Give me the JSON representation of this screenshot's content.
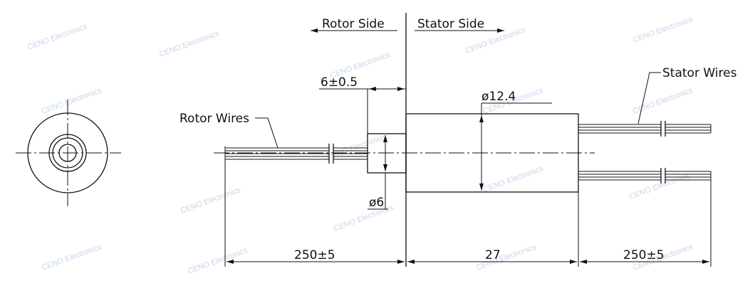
{
  "labels": {
    "rotor_side": "Rotor Side",
    "stator_side": "Stator Side",
    "stator_wires": "Stator Wires",
    "rotor_wires": "Rotor Wires",
    "dim_shaft_length": "6±0.5",
    "dim_body_diameter": "ø12.4",
    "dim_shaft_diameter": "ø6",
    "dim_rotor_wire_length": "250±5",
    "dim_body_length": "27",
    "dim_stator_wire_length": "250±5"
  },
  "watermark": "CENO Electronics"
}
